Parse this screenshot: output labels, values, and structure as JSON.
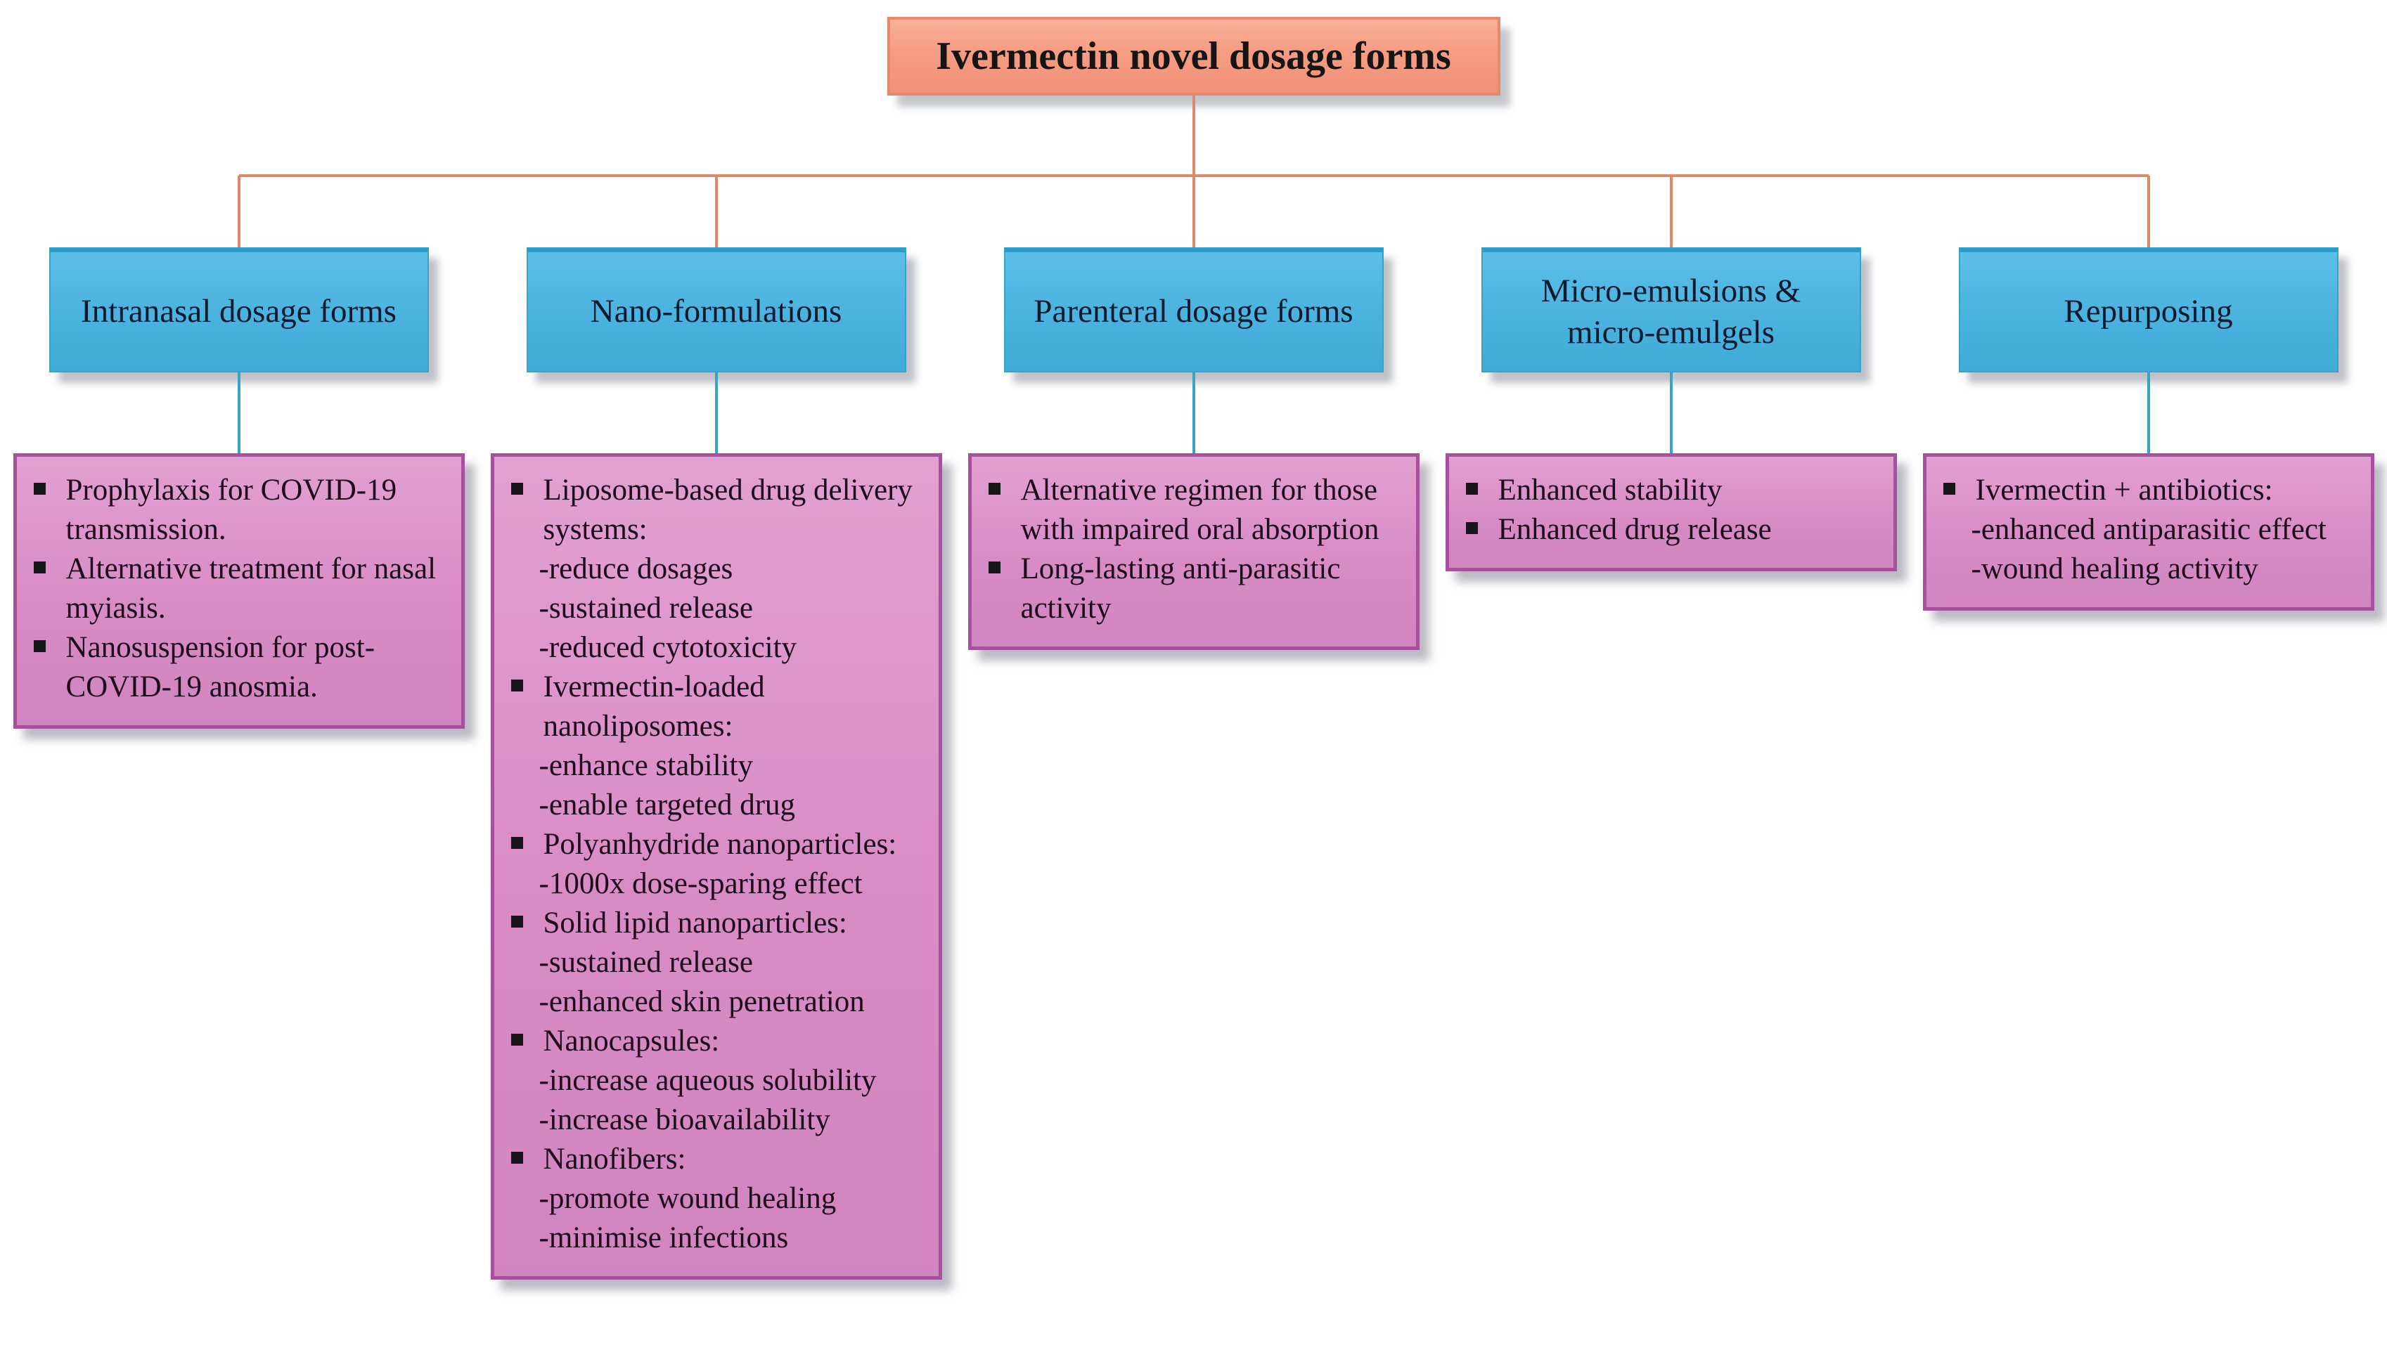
{
  "title": "Ivermectin novel dosage forms",
  "bullet_glyph": "▪",
  "colors": {
    "root_fill": "#F59C82",
    "root_border": "#E8896B",
    "branch_fill": "#4DB5E1",
    "branch_border": "#2B9DCA",
    "detail_fill": "#DC8FC8",
    "detail_border": "#A8509D",
    "connector_orange": "#DD8868",
    "connector_blue": "#3AA2C5",
    "text": "#1E0B1B"
  },
  "branches": [
    {
      "id": "intranasal",
      "label": "Intranasal dosage forms",
      "items": [
        {
          "bullet": "Prophylaxis for COVID-19 transmission."
        },
        {
          "bullet": "Alternative treatment for nasal myiasis."
        },
        {
          "bullet": "Nanosuspension for post-COVID-19 anosmia."
        }
      ]
    },
    {
      "id": "nano-formulations",
      "label": "Nano-formulations",
      "items": [
        {
          "bullet": "Liposome-based drug delivery systems:",
          "subs": [
            "-reduce dosages",
            "-sustained release",
            "-reduced cytotoxicity"
          ]
        },
        {
          "bullet": "Ivermectin-loaded nanoliposomes:",
          "subs": [
            "-enhance stability",
            "-enable targeted drug"
          ]
        },
        {
          "bullet": "Polyanhydride nanoparticles:",
          "subs": [
            "-1000x dose-sparing effect"
          ]
        },
        {
          "bullet": "Solid lipid nanoparticles:",
          "subs": [
            "-sustained release",
            "-enhanced skin penetration"
          ]
        },
        {
          "bullet": "Nanocapsules:",
          "subs": [
            "-increase aqueous solubility",
            "-increase bioavailability"
          ]
        },
        {
          "bullet": "Nanofibers:",
          "subs": [
            "-promote wound healing",
            "-minimise infections"
          ]
        }
      ]
    },
    {
      "id": "parenteral",
      "label": "Parenteral dosage forms",
      "items": [
        {
          "bullet": "Alternative regimen for those with impaired oral absorption"
        },
        {
          "bullet": "Long-lasting anti-parasitic activity"
        }
      ]
    },
    {
      "id": "micro-emulsions",
      "label": "Micro-emulsions & micro-emulgels",
      "items": [
        {
          "bullet": "Enhanced stability"
        },
        {
          "bullet": "Enhanced drug release"
        }
      ]
    },
    {
      "id": "repurposing",
      "label": "Repurposing",
      "items": [
        {
          "bullet": "Ivermectin + antibiotics:",
          "subs": [
            "-enhanced antiparasitic effect",
            "-wound healing activity"
          ]
        }
      ]
    }
  ]
}
